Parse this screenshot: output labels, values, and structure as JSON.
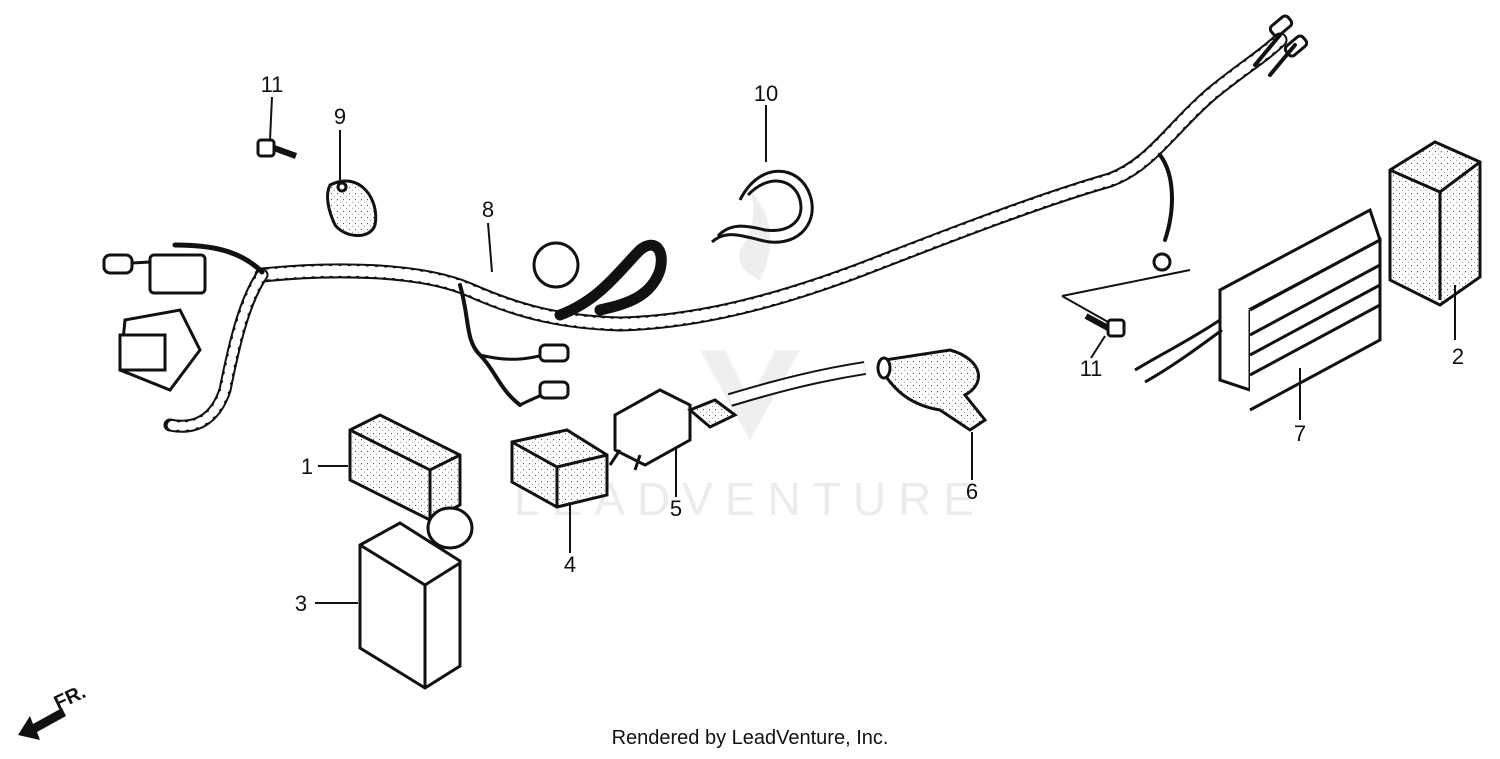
{
  "callouts": [
    "1",
    "2",
    "3",
    "4",
    "5",
    "6",
    "7",
    "8",
    "9",
    "10",
    "11",
    "11"
  ],
  "direction_label": "FR.",
  "watermark_text": "LEADVENTURE",
  "footer_text": "Rendered by LeadVenture, Inc.",
  "colors": {
    "ink": "#111111",
    "part_fill": "#ffffff",
    "watermark": "#ececec"
  }
}
